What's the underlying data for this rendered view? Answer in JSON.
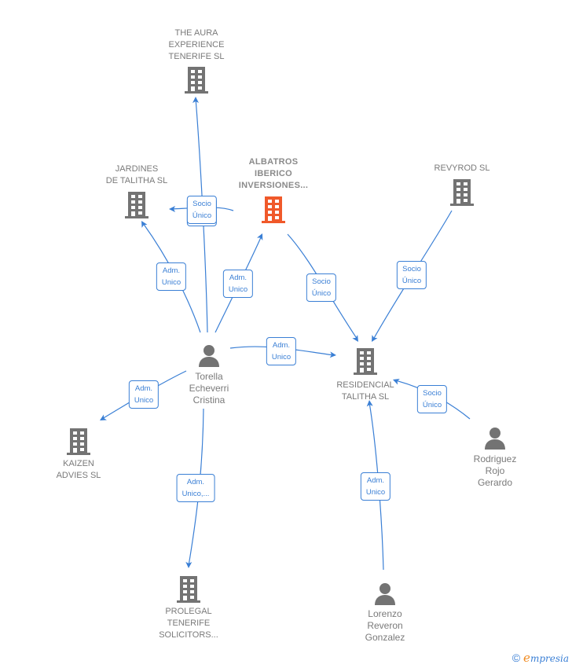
{
  "colors": {
    "edge": "#3a7fd5",
    "node": "#737373",
    "highlight": "#f0592a",
    "label": "#7a7a7a"
  },
  "nodes": [
    {
      "id": "aura",
      "type": "company",
      "label": "THE AURA\nEXPERIENCE\nTENERIFE  SL",
      "icon": "building-icon"
    },
    {
      "id": "jardines",
      "type": "company",
      "label": "JARDINES\nDE TALITHA  SL",
      "icon": "building-icon"
    },
    {
      "id": "albatros",
      "type": "company",
      "label": "ALBATROS\nIBERICO\nINVERSIONES...",
      "icon": "building-icon",
      "highlighted": true
    },
    {
      "id": "revyrod",
      "type": "company",
      "label": "REVYROD SL",
      "icon": "building-icon"
    },
    {
      "id": "torella",
      "type": "person",
      "label": "Torella\nEcheverri\nCristina",
      "icon": "person-icon"
    },
    {
      "id": "residencial",
      "type": "company",
      "label": "RESIDENCIAL\nTALITHA  SL",
      "icon": "building-icon"
    },
    {
      "id": "kaizen",
      "type": "company",
      "label": "KAIZEN\nADVIES  SL",
      "icon": "building-icon"
    },
    {
      "id": "rodriguez",
      "type": "person",
      "label": "Rodriguez\nRojo\nGerardo",
      "icon": "person-icon"
    },
    {
      "id": "prolegal",
      "type": "company",
      "label": "PROLEGAL\nTENERIFE\nSOLICITORS...",
      "icon": "building-icon"
    },
    {
      "id": "lorenzo",
      "type": "person",
      "label": "Lorenzo\nReveron\nGonzalez",
      "icon": "person-icon"
    }
  ],
  "edges": [
    {
      "from": "torella",
      "to": "aura",
      "label": "Socio\nÚnico"
    },
    {
      "from": "albatros",
      "to": "jardines",
      "label": "Socio\nÚnico"
    },
    {
      "from": "torella",
      "to": "jardines",
      "label": "Adm.\nUnico"
    },
    {
      "from": "torella",
      "to": "albatros",
      "label": "Adm.\nUnico"
    },
    {
      "from": "albatros",
      "to": "residencial",
      "label": "Socio\nÚnico"
    },
    {
      "from": "revyrod",
      "to": "residencial",
      "label": "Socio\nÚnico"
    },
    {
      "from": "torella",
      "to": "residencial",
      "label": "Adm.\nUnico"
    },
    {
      "from": "torella",
      "to": "kaizen",
      "label": "Adm.\nUnico"
    },
    {
      "from": "rodriguez",
      "to": "residencial",
      "label": "Socio\nÚnico"
    },
    {
      "from": "torella",
      "to": "prolegal",
      "label": "Adm.\nUnico,..."
    },
    {
      "from": "lorenzo",
      "to": "residencial",
      "label": "Adm.\nUnico"
    }
  ],
  "brand": {
    "copyright": "©",
    "name_initial": "e",
    "name_rest": "mpresia"
  }
}
